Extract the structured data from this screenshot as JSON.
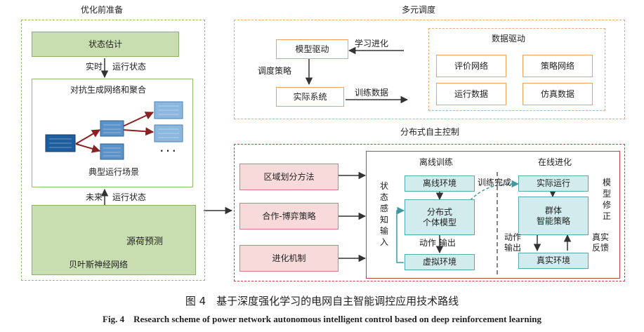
{
  "prep": {
    "title": "优化前准备",
    "state_estimation": "状态估计",
    "realtime_label": "实时",
    "run_state_1": "运行状态",
    "gan_title": "对抗生成网络和聚合",
    "dots": "· · ·",
    "typical_scenes": "典型运行场景",
    "future_label": "未来",
    "run_state_2": "运行状态",
    "load_forecast": "源荷预测",
    "bayes_net": "贝叶斯神经网络"
  },
  "multi": {
    "title": "多元调度",
    "model_driven": "模型驱动",
    "learning_evolution": "学习进化",
    "dispatch_strategy": "调度策略",
    "actual_system": "实际系统",
    "training_data": "训练数据",
    "data_driven": "数据驱动",
    "eval_network": "评价网络",
    "policy_network": "策略网络",
    "operation_data": "运行数据",
    "simulation_data": "仿真数据"
  },
  "dist": {
    "title": "分布式自主控制",
    "region_partition": "区域划分方法",
    "coop_game": "合作-博弈策略",
    "evolution_mech": "进化机制",
    "offline_training": "离线训练",
    "online_evolution": "在线进化",
    "offline_env": "离线环境",
    "train_complete": "训练完成",
    "actual_operation": "实际运行",
    "state_perception_input": "状态感知输入",
    "distributed_model": "分布式\n个体模型",
    "swarm_policy": "群体\n智能策略",
    "model_correction": "模型修正",
    "action_output_1": "动作 输出",
    "action_output_2": "动作\n输出",
    "real_feedback": "真实\n反馈",
    "virtual_env": "虚拟环境",
    "real_env": "真实环境"
  },
  "caption": {
    "cn": "图 4　基于深度强化学习的电网自主智能调控应用技术路线",
    "en": "Fig. 4　Research scheme of power network autonomous intelligent control based on deep reinforcement learning"
  }
}
